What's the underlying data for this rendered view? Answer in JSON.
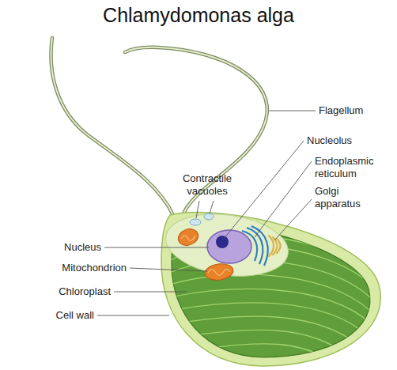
{
  "diagram": {
    "title": "Chlamydomonas alga",
    "labels": [
      "Flagellum",
      "Nucleolus",
      "Contractile vacuoles",
      "Endoplasmic reticulum",
      "Golgi apparatus",
      "Nucleus",
      "Mitochondrion",
      "Chloroplast",
      "Cell wall"
    ]
  }
}
